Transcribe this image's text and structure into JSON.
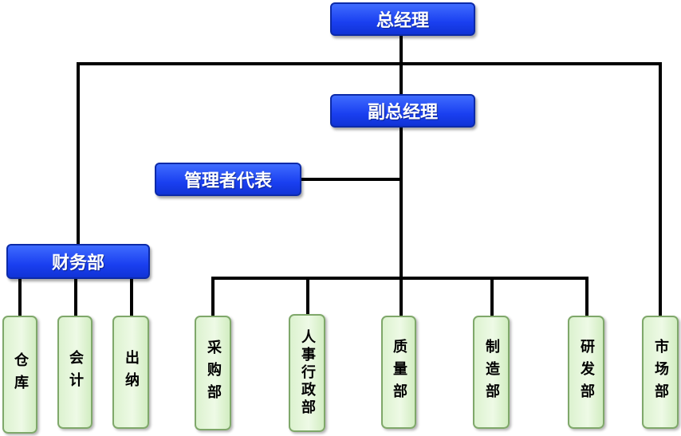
{
  "top": {
    "general_manager": "总经理",
    "deputy_manager": "副总经理",
    "management_rep": "管理者代表"
  },
  "finance": {
    "label": "财务部",
    "children": [
      "仓库",
      "会计",
      "出纳"
    ]
  },
  "departments": [
    "采购部",
    "人事行政部",
    "质量部",
    "制造部",
    "研发部"
  ],
  "market": "市场部",
  "colors": {
    "manager_box": "#1a3ff0",
    "department_box": "#e3f5d8",
    "connector": "#000000"
  }
}
